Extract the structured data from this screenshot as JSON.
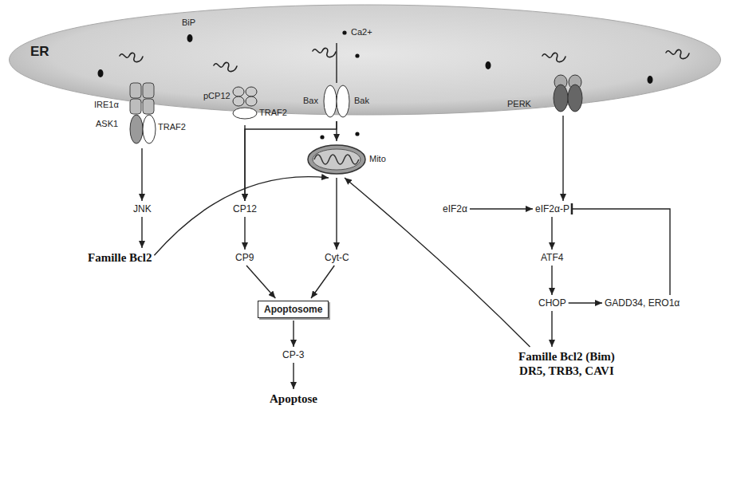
{
  "diagram": {
    "nodes": [
      {
        "text": [
          "ER"
        ]
      },
      {
        "text": [
          "IRE1α",
          "ASK1",
          "TRAF2"
        ]
      },
      {
        "text": [
          "pCP12",
          "TRAF2"
        ]
      },
      {
        "text": [
          "Bax",
          "Bak"
        ]
      },
      {
        "text": [
          "PERK"
        ]
      },
      {
        "text": [
          "JNK"
        ]
      },
      {
        "text": [
          "CP12"
        ]
      },
      {
        "text": [
          "Mito"
        ]
      },
      {
        "text": [
          "eIF2α"
        ]
      },
      {
        "text": [
          "eIF2α-P"
        ]
      },
      {
        "text": [
          "Famille Bcl2"
        ]
      },
      {
        "text": [
          "CP9"
        ]
      },
      {
        "text": [
          "Cyt-C"
        ]
      },
      {
        "text": [
          "ATF4"
        ]
      },
      {
        "text": [
          "CHOP"
        ]
      },
      {
        "text": [
          "GADD34, ERO1α"
        ]
      },
      {
        "text": [
          "Apoptosome"
        ]
      },
      {
        "text": [
          "Famille Bcl2 (Bim)",
          "DR5, TRB3, CAVI"
        ]
      },
      {
        "text": [
          "CP-3"
        ]
      },
      {
        "text": [
          "Apoptose"
        ]
      }
    ],
    "edges": [
      {
        "from": 1,
        "to": 5,
        "arrow": "to"
      },
      {
        "from": 5,
        "to": 10,
        "arrow": "to"
      },
      {
        "from": 2,
        "to": 6,
        "arrow": "to"
      },
      {
        "from": 3,
        "to": 6,
        "arrow": "to"
      },
      {
        "from": 3,
        "to": 7,
        "arrow": "to"
      },
      {
        "from": 4,
        "to": 9,
        "arrow": "to"
      },
      {
        "from": 8,
        "to": 9,
        "arrow": "to"
      },
      {
        "from": 6,
        "to": 11,
        "arrow": "to"
      },
      {
        "from": 7,
        "to": 12,
        "arrow": "to"
      },
      {
        "from": 10,
        "to": 7,
        "arrow": "to"
      },
      {
        "from": 17,
        "to": 7,
        "arrow": "to"
      },
      {
        "from": 9,
        "to": 13,
        "arrow": "to"
      },
      {
        "from": 13,
        "to": 14,
        "arrow": "to"
      },
      {
        "from": 14,
        "to": 15,
        "arrow": "to"
      },
      {
        "from": 15,
        "to": 9,
        "arrow": "to"
      },
      {
        "from": 14,
        "to": 17,
        "arrow": "to"
      },
      {
        "from": 11,
        "to": 16,
        "arrow": "to"
      },
      {
        "from": 12,
        "to": 16,
        "arrow": "to"
      },
      {
        "from": 16,
        "to": 18,
        "arrow": "to"
      },
      {
        "from": 18,
        "to": 19,
        "arrow": "to"
      }
    ],
    "labels": [
      "BiP",
      "Ca2+"
    ]
  }
}
